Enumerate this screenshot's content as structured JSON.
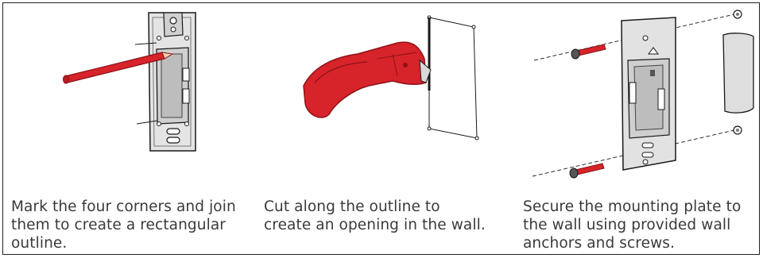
{
  "steps": [
    {
      "illustration": "pencil-marking-plate-icon",
      "caption_lines": [
        "Mark the four corners and join",
        "them to create a rectangular",
        "outline."
      ]
    },
    {
      "illustration": "utility-knife-cutting-icon",
      "caption_lines": [
        "Cut along the outline to",
        "create an opening in the wall."
      ]
    },
    {
      "illustration": "mounting-plate-screws-icon",
      "caption_lines": [
        "Secure the mounting plate to",
        "the wall using provided wall",
        "anchors and screws."
      ]
    }
  ],
  "colors": {
    "accent": "#d7232a",
    "accent_dark": "#8e1217",
    "plate_fill": "#dcdcdc",
    "outline": "#1a1a1a",
    "text": "#3a3a3a"
  }
}
